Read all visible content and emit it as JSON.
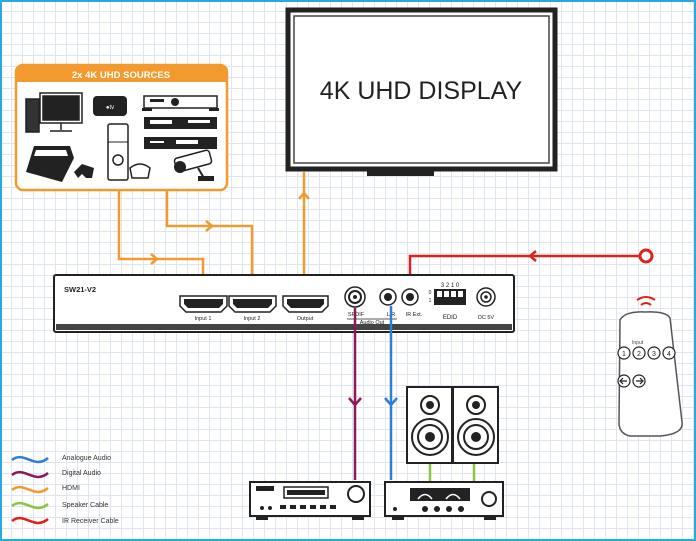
{
  "sources": {
    "title": "2x 4K UHD SOURCES"
  },
  "display": {
    "label": "4K UHD DISPLAY"
  },
  "switcher": {
    "model": "SW21-V2",
    "ports": {
      "input1": "Input 1",
      "input2": "Input 2",
      "output": "Output",
      "spdif": "SPDIF",
      "lr": "L/R",
      "audio_out": "Audio Out",
      "ir_ext": "IR Ext.",
      "edid": "EDID",
      "edid_bits": "3 2 1 0",
      "dc": "DC 5V",
      "dip_on": "0",
      "dip_off": "1"
    }
  },
  "remote": {
    "input_label": "Input",
    "buttons": [
      "1",
      "2",
      "3",
      "4"
    ]
  },
  "legend": [
    {
      "label": "Analogue Audio",
      "color": "#2e7fd4"
    },
    {
      "label": "Digital Audio",
      "color": "#8b1a5a"
    },
    {
      "label": "HDMI",
      "color": "#f39a2e"
    },
    {
      "label": "Speaker Cable",
      "color": "#8cc63f"
    },
    {
      "label": "IR Receiver Cable",
      "color": "#e0201b"
    }
  ],
  "colors": {
    "hdmi": "#f39a2e",
    "digital_audio": "#8b1a5a",
    "analogue_audio": "#2e7fd4",
    "speaker": "#8cc63f",
    "ir": "#e0201b",
    "frame": "#2aa8e0"
  }
}
